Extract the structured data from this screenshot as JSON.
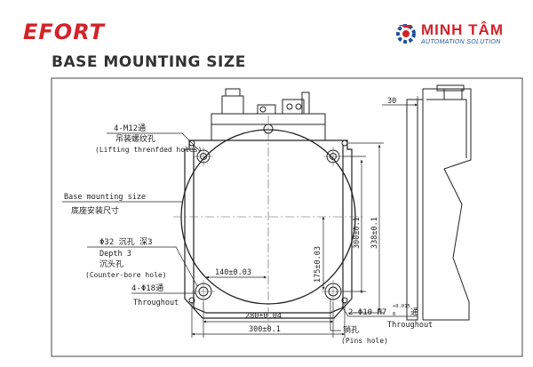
{
  "header": {
    "brand": "EFORT",
    "title": "BASE MOUNTING SIZE",
    "logo_main": "MINH TÂM",
    "logo_sub": "AUTOMATION SOLUTION"
  },
  "annotations": {
    "lifting_cn": "4-M12通",
    "lifting_cn2": "吊装螺纹孔",
    "lifting_en": "(Lifting threnfded holes)",
    "base_en": "Base mounting size",
    "base_cn": "底座安装尺寸",
    "counter_1": "Φ32 沉孔 深3",
    "counter_2": "Depth 3",
    "counter_3": "沉头孔",
    "counter_4": "(Counter-bore hole)",
    "through_1": "4-Φ18通",
    "through_2": "Throughout",
    "pin_1": "2-Φ10 H7",
    "pin_sup": "+0.015",
    "pin_sub": "0",
    "pin_tong": "通",
    "pin_2": "Throughout",
    "pin_cn": "销孔",
    "pin_en": "(Pins hole)"
  },
  "dimensions": {
    "top_30": "30",
    "d_140": "140±0.03",
    "d_175": "175±0.03",
    "d_300v": "300±0.1",
    "d_338v": "338±0.1",
    "d_280": "280±0.04",
    "d_300h": "300±0.1"
  },
  "colors": {
    "brand": "#d2232a",
    "logo_blue": "#1e4f9c",
    "line": "#222222"
  }
}
